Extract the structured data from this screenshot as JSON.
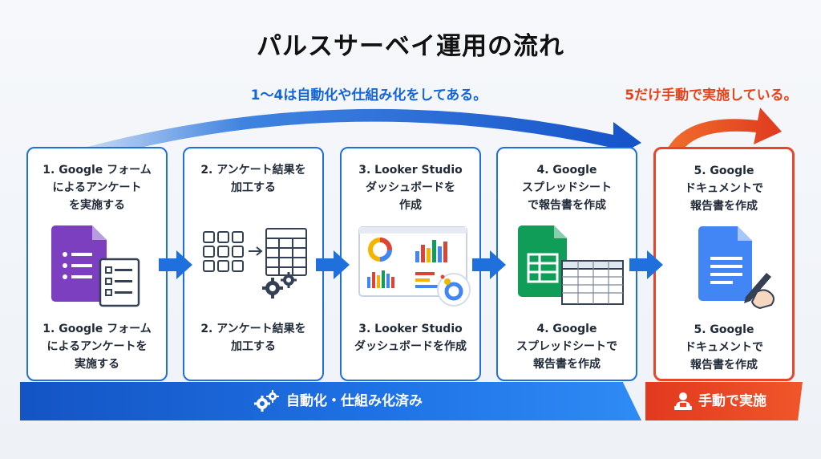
{
  "title": "パルスサーベイ運用の流れ",
  "notes": {
    "automated": "1〜4は自動化や仕組み化をしてある。",
    "manual": "5だけ手動で実施している。"
  },
  "steps": [
    {
      "top": [
        "1. Google フォーム",
        "によるアンケート",
        "を実施する"
      ],
      "bottom": [
        "1. Google フォーム",
        "によるアンケートを",
        "実施する"
      ],
      "icon": "google-forms-icon"
    },
    {
      "top": [
        "2. アンケート結果を",
        "加工する"
      ],
      "bottom": [
        "2. アンケート結果を",
        "加工する"
      ],
      "icon": "data-processing-icon"
    },
    {
      "top": [
        "3. Looker Studio",
        "ダッシュボードを",
        "作成"
      ],
      "bottom": [
        "3. Looker Studio",
        "ダッシュボードを作成"
      ],
      "icon": "looker-dashboard-icon"
    },
    {
      "top": [
        "4. Google",
        "スプレッドシート",
        "で報告書を作成"
      ],
      "bottom": [
        "4. Google",
        "スプレッドシートで",
        "報告書を作成"
      ],
      "icon": "google-sheets-icon"
    },
    {
      "top": [
        "5. Google",
        "ドキュメントで",
        "報告書を作成"
      ],
      "bottom": [
        "5. Google",
        "ドキュメントで",
        "報告書を作成"
      ],
      "icon": "google-docs-icon"
    }
  ],
  "banners": {
    "automated": "自動化・仕組み化済み",
    "manual": "手動で実施"
  },
  "colors": {
    "automated_blue": "#1f6fdc",
    "manual_orange": "#e8462a"
  }
}
